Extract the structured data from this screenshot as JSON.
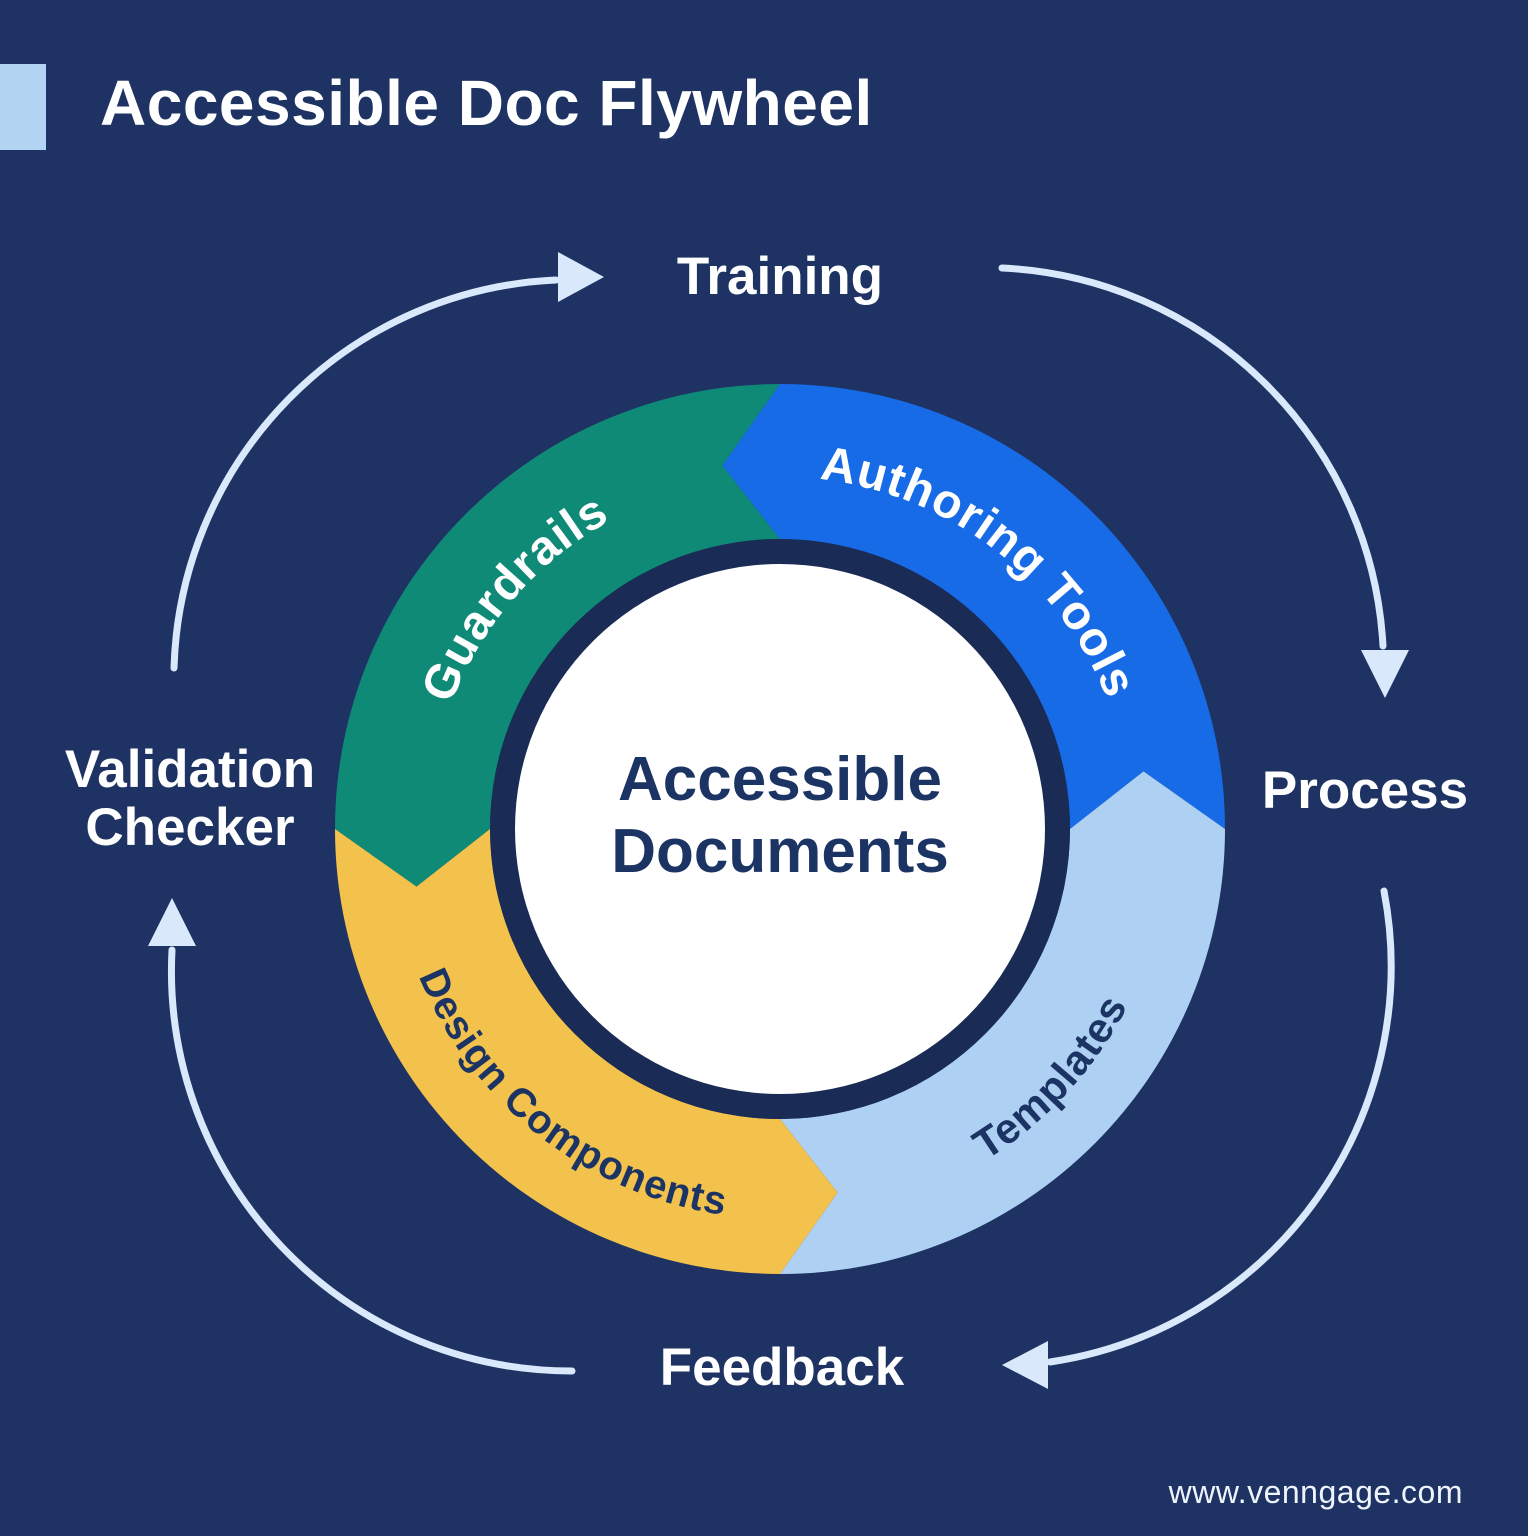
{
  "title": "Accessible Doc Flywheel",
  "branding": {
    "website": "www.venngage.com"
  },
  "flywheel": {
    "center": {
      "line1": "Accessible",
      "line2": "Documents"
    },
    "segments": [
      {
        "id": "guardrails",
        "label": "Guardrails",
        "color": "#0e8a76",
        "text_color": "#ffffff",
        "position": "top-left"
      },
      {
        "id": "authoring-tools",
        "label": "Authoring Tools",
        "color": "#176be6",
        "text_color": "#ffffff",
        "position": "top-right"
      },
      {
        "id": "templates",
        "label": "Templates",
        "color": "#aed1f3",
        "text_color": "#1c3464",
        "position": "bottom-right"
      },
      {
        "id": "design-components",
        "label": "Design Components",
        "color": "#f2c24c",
        "text_color": "#1c3464",
        "position": "bottom-left"
      }
    ],
    "outer_labels": {
      "top": "Training",
      "right": "Process",
      "bottom": "Feedback",
      "left_line1": "Validation",
      "left_line2": "Checker"
    }
  },
  "colors": {
    "background": "#1e3363",
    "ring_border": "#1a2c55",
    "center_fill": "#ffffff",
    "center_text": "#1c3464",
    "label_text": "#ffffff",
    "arrow": "#d9e8fb",
    "accent_square": "#b2d4f2"
  }
}
